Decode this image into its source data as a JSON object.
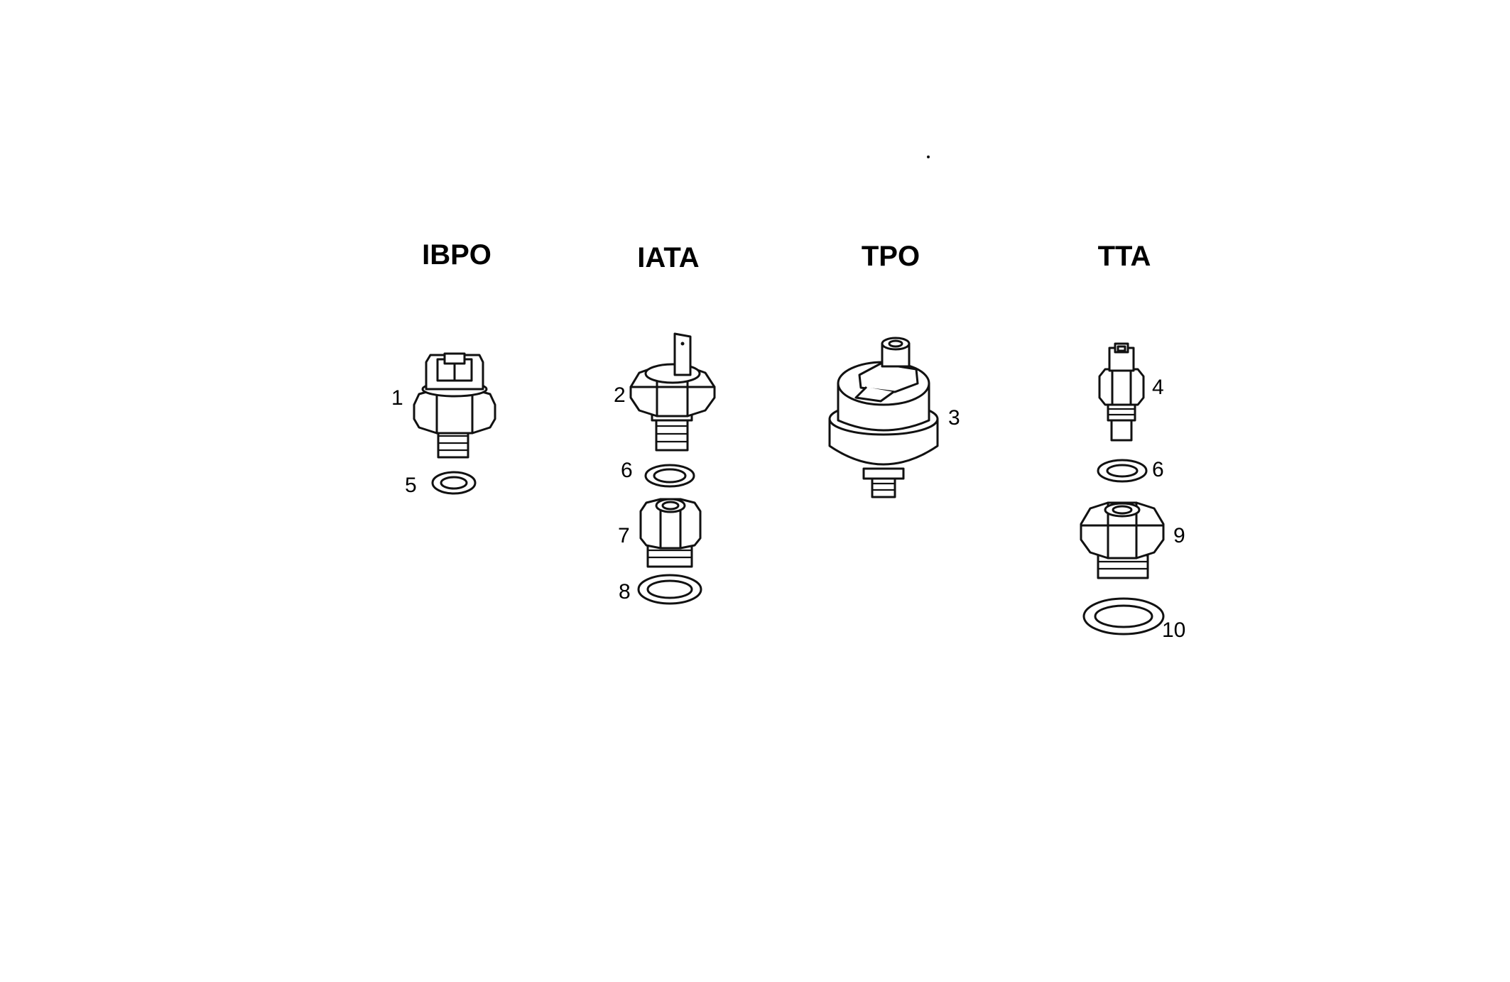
{
  "titles": {
    "ibpo": "IBPO",
    "iata": "IATA",
    "tpo": "TPO",
    "tta": "TTA"
  },
  "callouts": {
    "n1": "1",
    "n2": "2",
    "n3": "3",
    "n4": "4",
    "n5": "5",
    "n6a": "6",
    "n6b": "6",
    "n7": "7",
    "n8": "8",
    "n9": "9",
    "n10": "10"
  }
}
